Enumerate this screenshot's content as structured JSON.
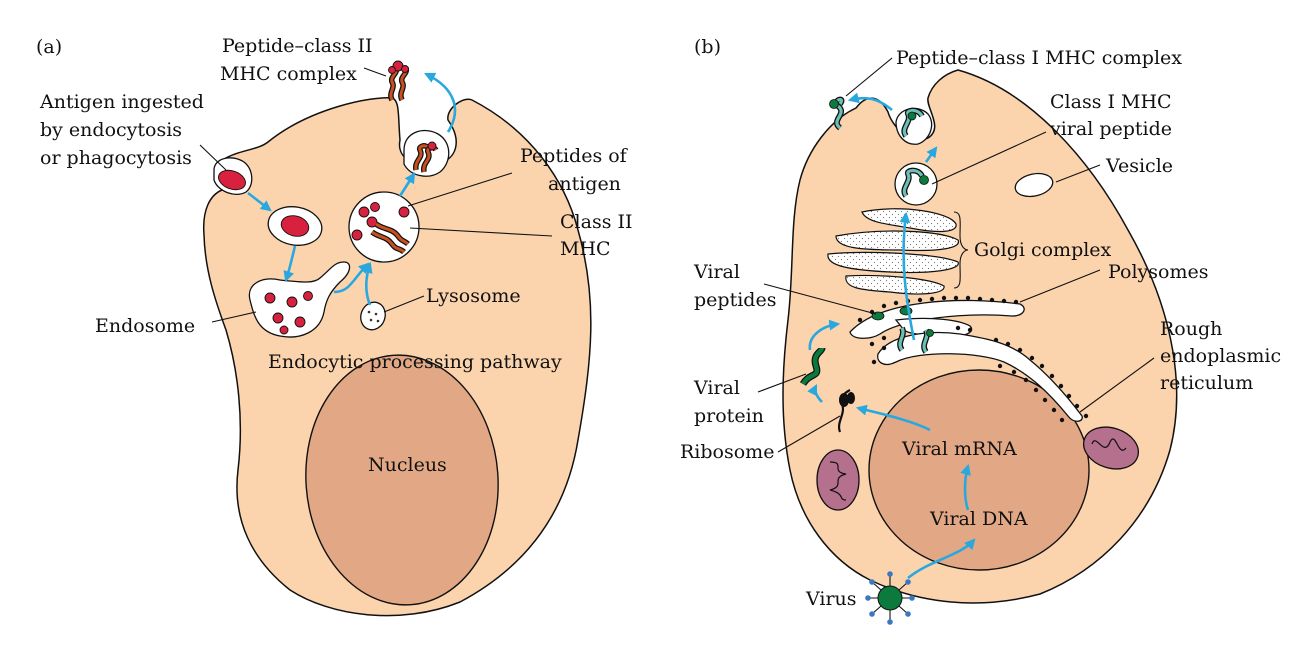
{
  "panel_a": {
    "letter": "(a)",
    "peptide_class2_l1": "Peptide–class II",
    "peptide_class2_l2": "MHC complex",
    "antigen_l1": "Antigen ingested",
    "antigen_l2": "by endocytosis",
    "antigen_l3": "or phagocytosis",
    "peptides_l1": "Peptides of",
    "peptides_l2": "antigen",
    "class2_l1": "Class II",
    "class2_l2": "MHC",
    "lysosome": "Lysosome",
    "endosome": "Endosome",
    "pathway": "Endocytic processing pathway",
    "nucleus": "Nucleus"
  },
  "panel_b": {
    "letter": "(b)",
    "peptide_class1": "Peptide–class I MHC complex",
    "class1_l1": "Class I MHC",
    "class1_l2": "viral peptide",
    "vesicle": "Vesicle",
    "golgi": "Golgi complex",
    "viral_peptides_l1": "Viral",
    "viral_peptides_l2": "peptides",
    "polysomes": "Polysomes",
    "rough_l1": "Rough",
    "rough_l2": "endoplasmic",
    "rough_l3": "reticulum",
    "viral_protein_l1": "Viral",
    "viral_protein_l2": "protein",
    "ribosome": "Ribosome",
    "viral_mrna": "Viral mRNA",
    "viral_dna": "Viral DNA",
    "virus": "Virus"
  },
  "colors": {
    "cytoplasm": "#fbd4ae",
    "nucleus": "#e2a886",
    "arrow": "#29a8e0",
    "antigen": "#d8213f",
    "class2_mhc": "#c8501f",
    "class1_mhc": "#6bbfb4",
    "viral_protein": "#0b7a3d",
    "mitochondrion": "#b4708c"
  }
}
